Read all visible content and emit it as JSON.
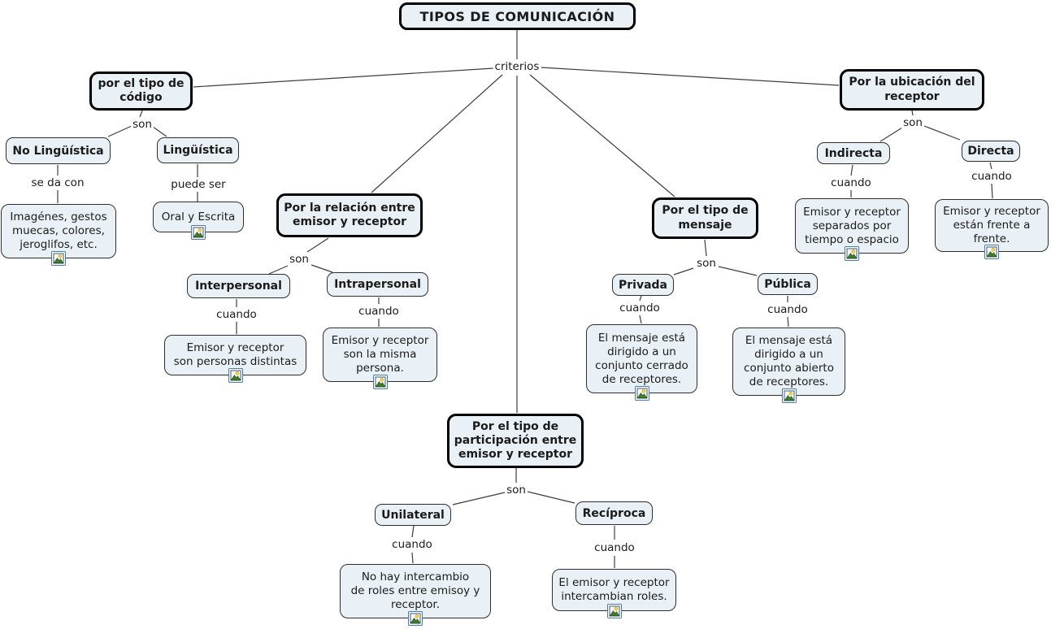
{
  "map_title": "TIPOS DE COMUNICACIÓN",
  "root_link": "criterios",
  "colors": {
    "node_fill": "#e9f1f6",
    "node_border": "#000000",
    "connector": "#3d3d3d",
    "text": "#1b1b1b",
    "resource_icon_border": "#4a7ab5"
  },
  "branches": {
    "codigo": {
      "concept": "por el tipo de\ncódigo",
      "link": "son",
      "children": [
        {
          "name": "No Lingüística",
          "link": "se da con",
          "desc": "Imagénes, gestos\nmuecas, colores,\njeroglifos, etc.",
          "desc_icon": "image-resource-icon"
        },
        {
          "name": "Lingüística",
          "link": "puede ser",
          "desc": "Oral y Escrita",
          "desc_icon": "image-resource-icon"
        }
      ]
    },
    "relacion": {
      "concept": "Por la relación entre\nemisor y receptor",
      "link": "son",
      "children": [
        {
          "name": "Interpersonal",
          "link": "cuando",
          "desc": "Emisor y receptor\nson personas distintas",
          "desc_icon": "image-resource-icon"
        },
        {
          "name": "Intrapersonal",
          "link": "cuando",
          "desc": "Emisor y receptor\nson la misma\npersona.",
          "desc_icon": "image-resource-icon"
        }
      ]
    },
    "mensaje": {
      "concept": "Por el tipo de\nmensaje",
      "link": "son",
      "children": [
        {
          "name": "Privada",
          "link": "cuando",
          "desc": "El mensaje está\ndirigido a un\nconjunto cerrado\nde receptores.",
          "desc_icon": "image-resource-icon"
        },
        {
          "name": "Pública",
          "link": "cuando",
          "desc": "El mensaje está\ndirigido a un\nconjunto abierto\nde receptores.",
          "desc_icon": "image-resource-icon"
        }
      ]
    },
    "ubicacion": {
      "concept": "Por la ubicación del\nreceptor",
      "link": "son",
      "children": [
        {
          "name": "Indirecta",
          "link": "cuando",
          "desc": "Emisor y receptor\nseparados por\ntiempo o espacio",
          "desc_icon": "image-resource-icon"
        },
        {
          "name": "Directa",
          "link": "cuando",
          "desc": "Emisor y receptor\nestán frente a\nfrente.",
          "desc_icon": "image-resource-icon"
        }
      ]
    },
    "participacion": {
      "concept": "Por el tipo de\nparticipación entre\nemisor y receptor",
      "link": "son",
      "children": [
        {
          "name": "Unilateral",
          "link": "cuando",
          "desc": "No hay intercambio\nde roles entre emisoy y\nreceptor.",
          "desc_icon": "image-resource-icon"
        },
        {
          "name": "Recíproca",
          "link": "cuando",
          "desc": "El emisor y receptor\nintercambian roles.",
          "desc_icon": "image-resource-icon"
        }
      ]
    }
  }
}
